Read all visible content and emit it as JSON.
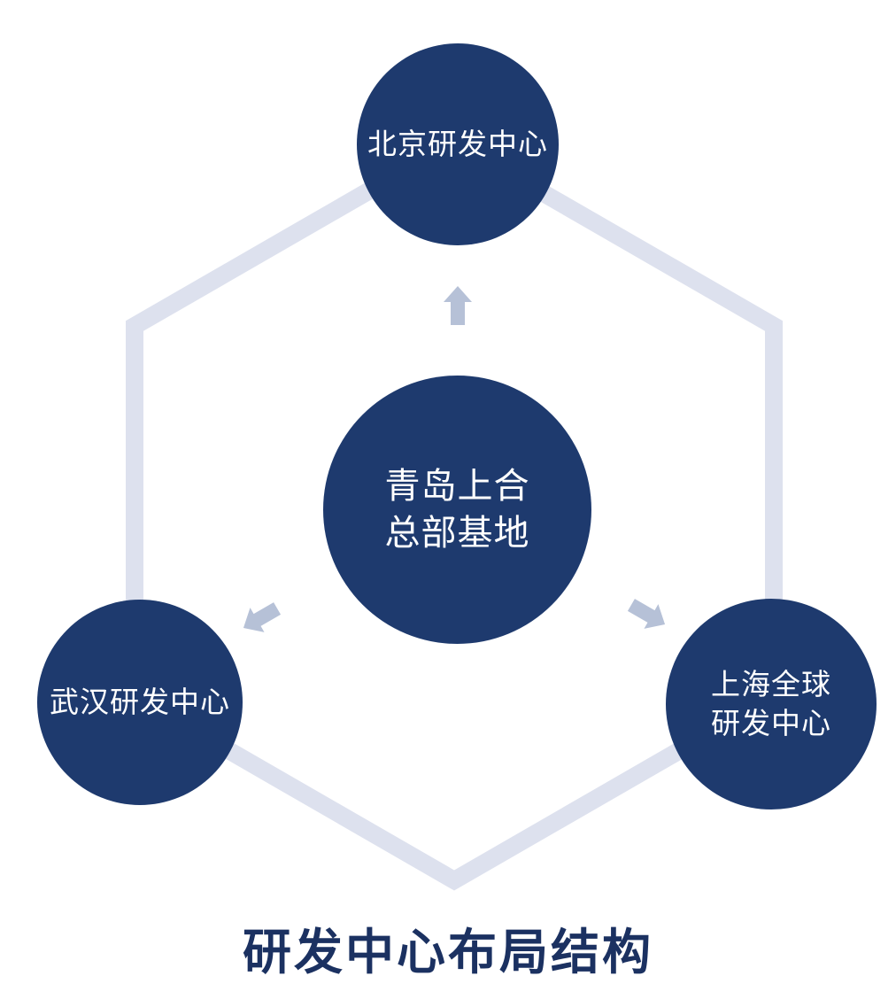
{
  "diagram": {
    "title": "研发中心布局结构",
    "center_node": {
      "name": "qingdao-shanghe-headquarters-base",
      "label_lines": [
        "青岛上合",
        "总部基地"
      ]
    },
    "nodes": [
      {
        "name": "beijing-rd-center",
        "position": "top",
        "label_lines": [
          "北京研发中心"
        ]
      },
      {
        "name": "wuhan-rd-center",
        "position": "bottom-left",
        "label_lines": [
          "武汉研发中心"
        ]
      },
      {
        "name": "shanghai-global-rd-center",
        "position": "bottom-right",
        "label_lines": [
          "上海全球",
          "研发中心"
        ]
      }
    ],
    "arrows": [
      {
        "direction": "up"
      },
      {
        "direction": "down-left"
      },
      {
        "direction": "down-right"
      }
    ],
    "colors": {
      "node_fill": "#1e3a6e",
      "node_text": "#ffffff",
      "hexagon_outline": "#dde1ee",
      "arrow": "#b6c1d7",
      "title_text": "#1b3161",
      "background": "#ffffff"
    }
  }
}
